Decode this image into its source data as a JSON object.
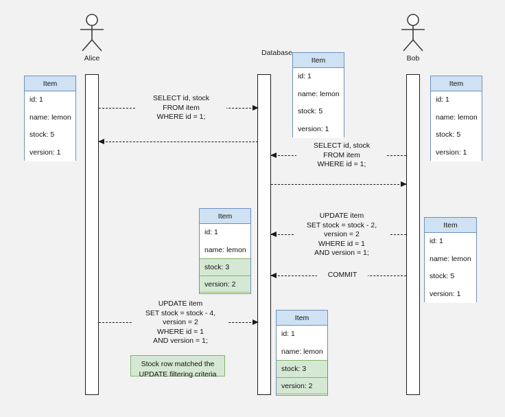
{
  "diagram": {
    "title": "Optimistic locking sequence diagram",
    "background_color": "#f2f2f2",
    "colors": {
      "table_header_fill": "#cfe2f3",
      "table_border": "#6c8ebf",
      "highlight_fill": "#d5e8d4",
      "highlight_border": "#82b366",
      "line": "#1a1a1a"
    }
  },
  "actors": [
    {
      "id": "alice",
      "label": "Alice",
      "icon": "stick-figure-icon"
    },
    {
      "id": "database",
      "label": "Database",
      "icon": "none"
    },
    {
      "id": "bob",
      "label": "Bob",
      "icon": "stick-figure-icon"
    }
  ],
  "tables": {
    "alice_initial": {
      "header": "Item",
      "rows": [
        {
          "text": "id: 1",
          "highlight": false
        },
        {
          "text": "name: lemon",
          "highlight": false
        },
        {
          "text": "stock: 5",
          "highlight": false
        },
        {
          "text": "version: 1",
          "highlight": false
        }
      ]
    },
    "db_initial": {
      "header": "Item",
      "rows": [
        {
          "text": "id: 1",
          "highlight": false
        },
        {
          "text": "name: lemon",
          "highlight": false
        },
        {
          "text": "stock: 5",
          "highlight": false
        },
        {
          "text": "version: 1",
          "highlight": false
        }
      ]
    },
    "bob_initial": {
      "header": "Item",
      "rows": [
        {
          "text": "id: 1",
          "highlight": false
        },
        {
          "text": "name: lemon",
          "highlight": false
        },
        {
          "text": "stock: 5",
          "highlight": false
        },
        {
          "text": "version: 1",
          "highlight": false
        }
      ]
    },
    "db_after_bob_update": {
      "header": "Item",
      "rows": [
        {
          "text": "id: 1",
          "highlight": false
        },
        {
          "text": "name: lemon",
          "highlight": false
        },
        {
          "text": "stock: 3",
          "highlight": true
        },
        {
          "text": "version: 2",
          "highlight": true
        }
      ]
    },
    "bob_stale": {
      "header": "Item",
      "rows": [
        {
          "text": "id: 1",
          "highlight": false
        },
        {
          "text": "name: lemon",
          "highlight": false
        },
        {
          "text": "stock: 5",
          "highlight": false
        },
        {
          "text": "version: 1",
          "highlight": false
        }
      ]
    },
    "db_final": {
      "header": "Item",
      "rows": [
        {
          "text": "id: 1",
          "highlight": false
        },
        {
          "text": "name: lemon",
          "highlight": false
        },
        {
          "text": "stock: 3",
          "highlight": true
        },
        {
          "text": "version: 2",
          "highlight": true
        }
      ]
    }
  },
  "messages": {
    "alice_select": "SELECT id, stock\nFROM item\nWHERE id = 1;",
    "db_to_alice_result": "",
    "bob_select": "SELECT id, stock\nFROM item\nWHERE id = 1;",
    "db_to_bob_result": "",
    "bob_update": "UPDATE item\nSET stock = stock - 2,\nversion = 2\nWHERE id = 1\nAND version = 1;",
    "bob_commit": "COMMIT",
    "alice_update": "UPDATE item\nSET stock = stock - 4,\nversion = 2\nWHERE id = 1\nAND version = 1;"
  },
  "notes": {
    "stock_matched": "Stock row matched the\nUPDATE filtering criteria"
  }
}
